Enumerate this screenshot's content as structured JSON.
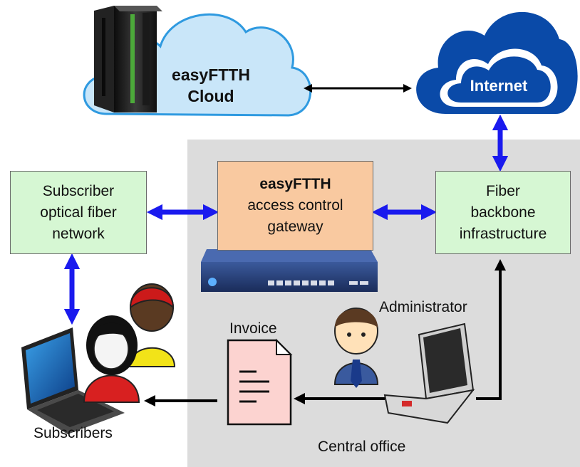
{
  "cloud": {
    "line1": "easyFTTH",
    "line2": "Cloud"
  },
  "internet": {
    "label": "Internet"
  },
  "subscriber_network": {
    "line1": "Subscriber",
    "line2": "optical fiber",
    "line3": "network"
  },
  "gateway": {
    "line1": "easyFTTH",
    "line2": "access control",
    "line3": "gateway"
  },
  "backbone": {
    "line1": "Fiber",
    "line2": "backbone",
    "line3": "infrastructure"
  },
  "labels": {
    "invoice": "Invoice",
    "administrator": "Administrator",
    "subscribers": "Subscribers",
    "central_office": "Central office"
  },
  "colors": {
    "blue_arrow": "#1a1aee",
    "black_arrow": "#000000",
    "box_green": "#d6f7d3",
    "box_orange": "#f9c9a0",
    "cloud_light": "#c9e6f9",
    "cloud_dark": "#0a4aa8",
    "central_office_bg": "#dcdcdc"
  },
  "icons": [
    "server-rack-icon",
    "cloud-icon",
    "router-appliance-icon",
    "laptop-icon",
    "person-icon",
    "document-icon"
  ]
}
